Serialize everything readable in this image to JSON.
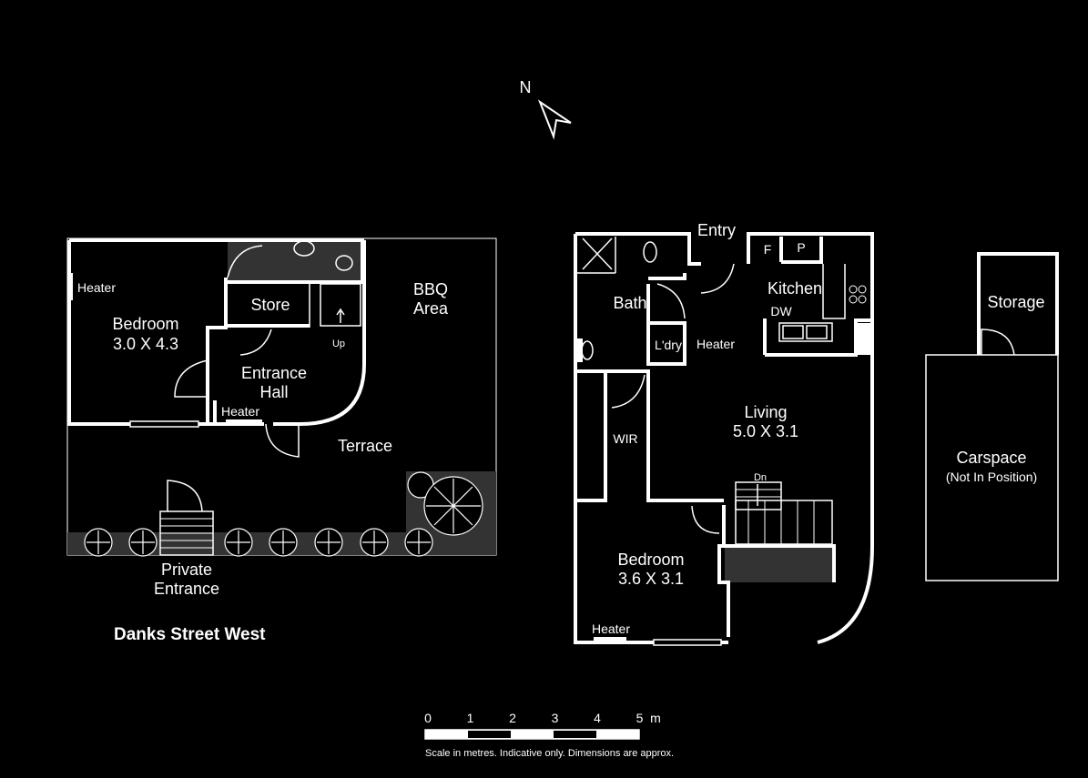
{
  "north_label": "N",
  "ground": {
    "bedroom_label": "Bedroom",
    "bedroom_dims": "3.0 X 4.3",
    "heater_bedroom": "Heater",
    "store": "Store",
    "up": "Up",
    "entrance_hall_1": "Entrance",
    "entrance_hall_2": "Hall",
    "heater_hall": "Heater",
    "bbq_1": "BBQ",
    "bbq_2": "Area",
    "terrace": "Terrace",
    "private_entrance_1": "Private",
    "private_entrance_2": "Entrance"
  },
  "street": "Danks Street West",
  "upper": {
    "entry": "Entry",
    "f": "F",
    "p": "P",
    "kitchen": "Kitchen",
    "dw": "DW",
    "bath": "Bath",
    "ldry": "L'dry",
    "heater_ldry": "Heater",
    "living_label": "Living",
    "living_dims": "5.0 X 3.1",
    "wir": "WIR",
    "dn": "Dn",
    "bedroom_label": "Bedroom",
    "bedroom_dims": "3.6 X 3.1",
    "heater_bedroom": "Heater"
  },
  "storage": "Storage",
  "carspace": "Carspace",
  "carspace_note": "(Not In Position)",
  "scale": {
    "ticks": [
      "0",
      "1",
      "2",
      "3",
      "4",
      "5"
    ],
    "unit": "m",
    "note": "Scale in metres. Indicative only. Dimensions are approx."
  }
}
